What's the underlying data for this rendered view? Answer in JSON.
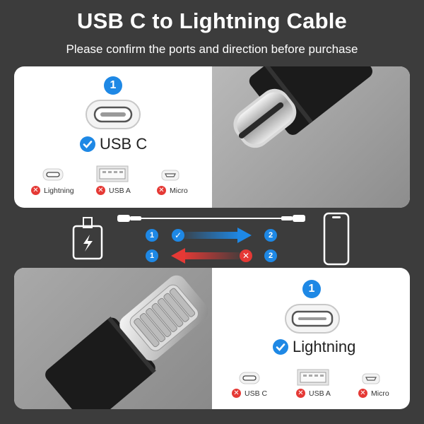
{
  "header": {
    "title": "USB C to Lightning Cable",
    "subtitle": "Please confirm the ports and direction before purchase"
  },
  "top_panel": {
    "badge": "1",
    "port_name": "USB C",
    "wrong_ports": [
      {
        "icon": "lightning-port-icon",
        "label": "Lightning"
      },
      {
        "icon": "usb-a-port-icon",
        "label": "USB A"
      },
      {
        "icon": "micro-usb-port-icon",
        "label": "Micro"
      }
    ]
  },
  "bottom_panel": {
    "badge": "1",
    "port_name": "Lightning",
    "wrong_ports": [
      {
        "icon": "usb-c-port-icon",
        "label": "USB C"
      },
      {
        "icon": "usb-a-port-icon",
        "label": "USB A"
      },
      {
        "icon": "micro-usb-port-icon",
        "label": "Micro"
      }
    ]
  },
  "direction": {
    "correct": {
      "from": "1",
      "to": "2",
      "color": "#1e88e5"
    },
    "wrong": {
      "from": "1",
      "to": "2",
      "color": "#e53935"
    }
  },
  "colors": {
    "accent": "#1e88e5",
    "error": "#e53935",
    "background": "#3c3c3c"
  }
}
